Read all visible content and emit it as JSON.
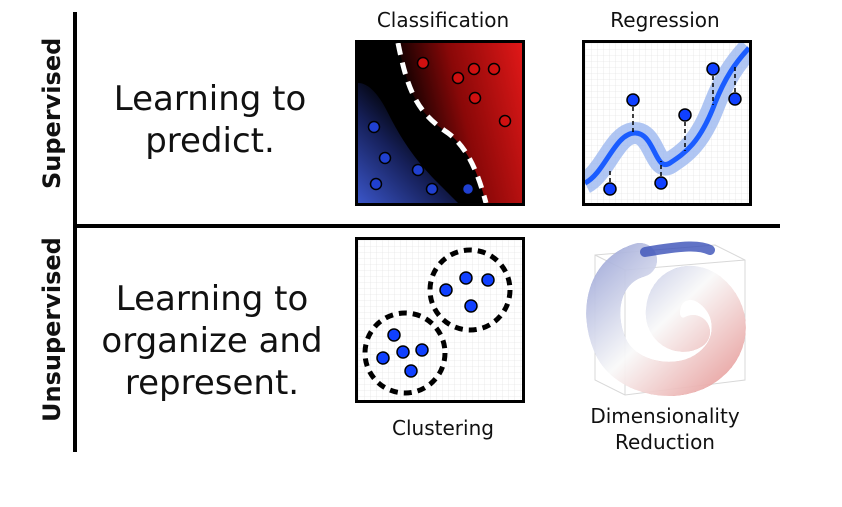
{
  "rows": {
    "supervised": {
      "label": "Supervised",
      "description_line1": "Learning to",
      "description_line2": "predict."
    },
    "unsupervised": {
      "label": "Unsupervised",
      "description_line1": "Learning to",
      "description_line2": "organize and",
      "description_line3": "represent."
    }
  },
  "panels": {
    "classification": {
      "title": "Classification"
    },
    "regression": {
      "title": "Regression"
    },
    "clustering": {
      "title": "Clustering"
    },
    "dimensionality_reduction": {
      "title_line1": "Dimensionality",
      "title_line2": "Reduction"
    }
  },
  "colors": {
    "class_red": "#d01010",
    "class_blue": "#2040c0",
    "point_blue": "#1040ff",
    "curve_blue": "#1a5cff",
    "band_blue": "#9cb8f0"
  }
}
